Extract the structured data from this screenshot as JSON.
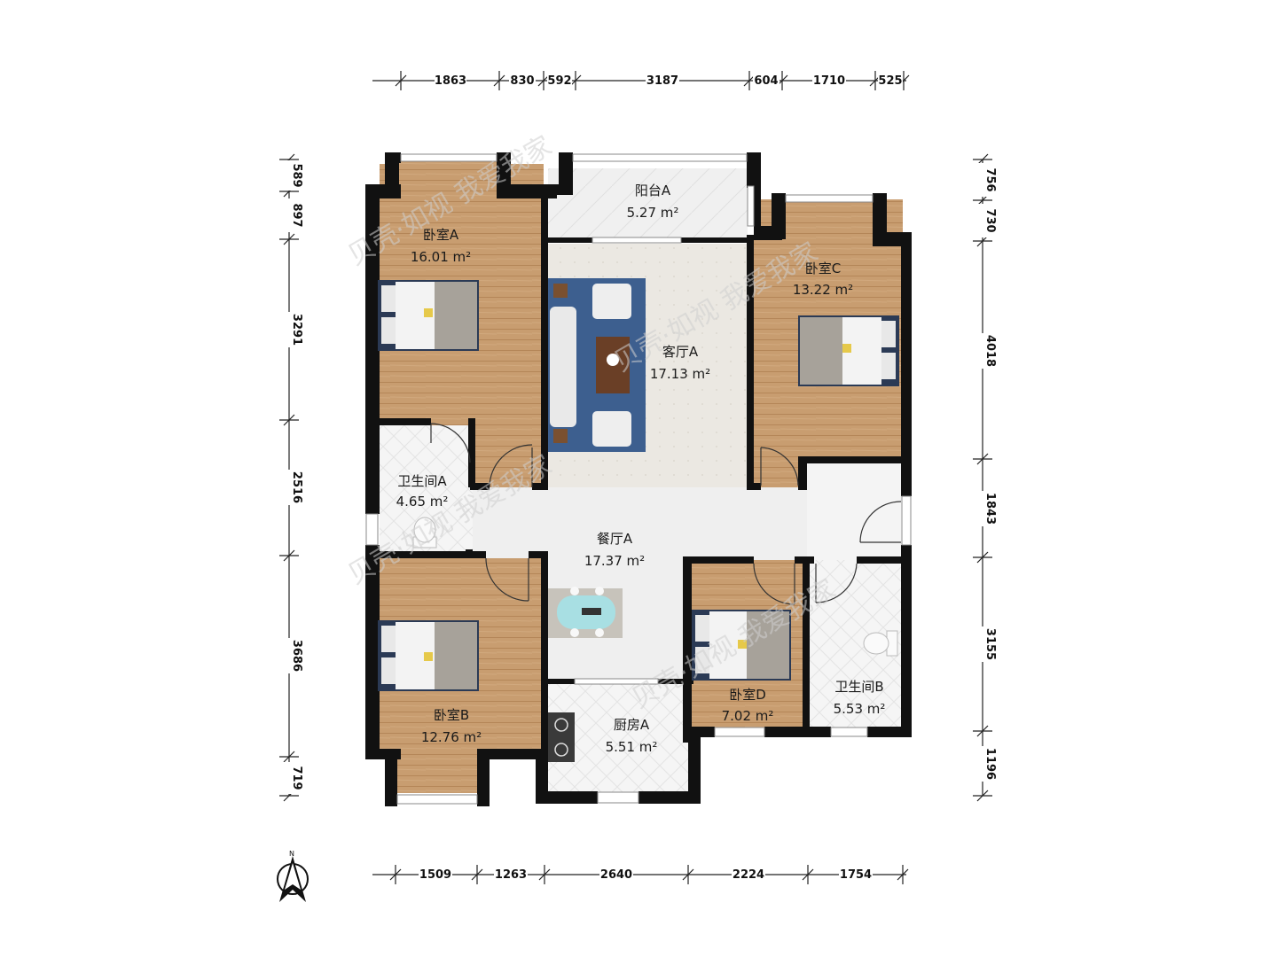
{
  "rooms": [
    {
      "name": "阳台A",
      "area": "5.27 m²"
    },
    {
      "name": "卧室A",
      "area": "16.01 m²"
    },
    {
      "name": "客厅A",
      "area": "17.13 m²"
    },
    {
      "name": "卧室C",
      "area": "13.22 m²"
    },
    {
      "name": "卫生间A",
      "area": "4.65 m²"
    },
    {
      "name": "餐厅A",
      "area": "17.37 m²"
    },
    {
      "name": "卧室B",
      "area": "12.76 m²"
    },
    {
      "name": "厨房A",
      "area": "5.51 m²"
    },
    {
      "name": "卧室D",
      "area": "7.02 m²"
    },
    {
      "name": "卫生间B",
      "area": "5.53 m²"
    }
  ],
  "dimensions": {
    "top": [
      "1863",
      "830",
      "592",
      "3187",
      "604",
      "1710",
      "525"
    ],
    "bottom": [
      "1509",
      "1263",
      "2640",
      "2224",
      "1754"
    ],
    "left": [
      "589",
      "897",
      "3291",
      "2516",
      "3686",
      "719"
    ],
    "right": [
      "756",
      "730",
      "4018",
      "1843",
      "3155",
      "1196"
    ]
  },
  "compass": {
    "label": "N"
  },
  "watermark": "贝壳·如视 我爱我家",
  "colors": {
    "wood": "#c69a6c",
    "tile": "#eeeeee",
    "wall": "#111111",
    "rug": "#3d5f8f"
  }
}
